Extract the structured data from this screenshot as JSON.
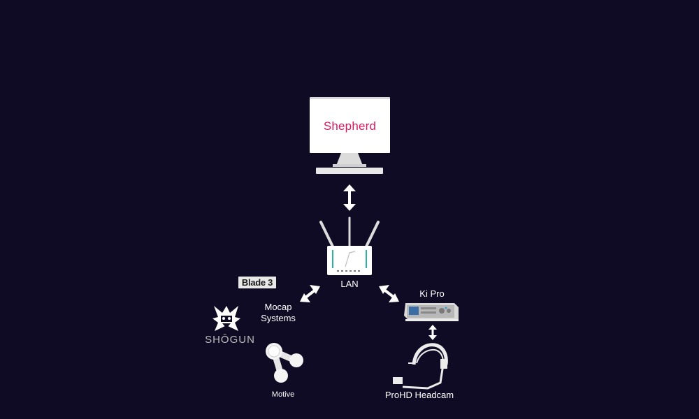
{
  "nodes": {
    "shepherd": {
      "label": "Shepherd",
      "label_color": "#d81b60"
    },
    "lan": {
      "label": "LAN"
    },
    "mocap": {
      "label_line1": "Mocap",
      "label_line2": "Systems"
    },
    "blade": {
      "label": "Blade 3"
    },
    "shogun": {
      "label": "SHŌGUN"
    },
    "motive": {
      "label": "Motive"
    },
    "kipro": {
      "label": "Ki Pro"
    },
    "headcam": {
      "label": "ProHD Headcam"
    }
  },
  "colors": {
    "background": "#0f0b24",
    "arrow": "#ffffff",
    "router_accent": "#2bb3a0"
  }
}
